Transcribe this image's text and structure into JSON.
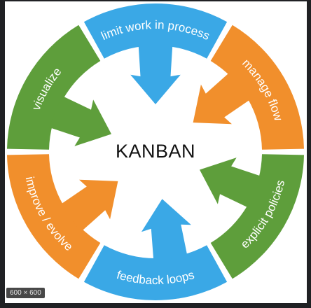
{
  "diagram": {
    "center_title": "KANBAN",
    "segments": [
      {
        "label": "limit work in process",
        "color": "#3aa8e6"
      },
      {
        "label": "manage flow",
        "color": "#f18f2c"
      },
      {
        "label": "explicit policies",
        "color": "#5e9e3b"
      },
      {
        "label": "feedback loops",
        "color": "#3aa8e6"
      },
      {
        "label": "improve / evolve",
        "color": "#f18f2c"
      },
      {
        "label": "visualize",
        "color": "#5e9e3b"
      }
    ]
  },
  "image_badge": "600 × 600"
}
